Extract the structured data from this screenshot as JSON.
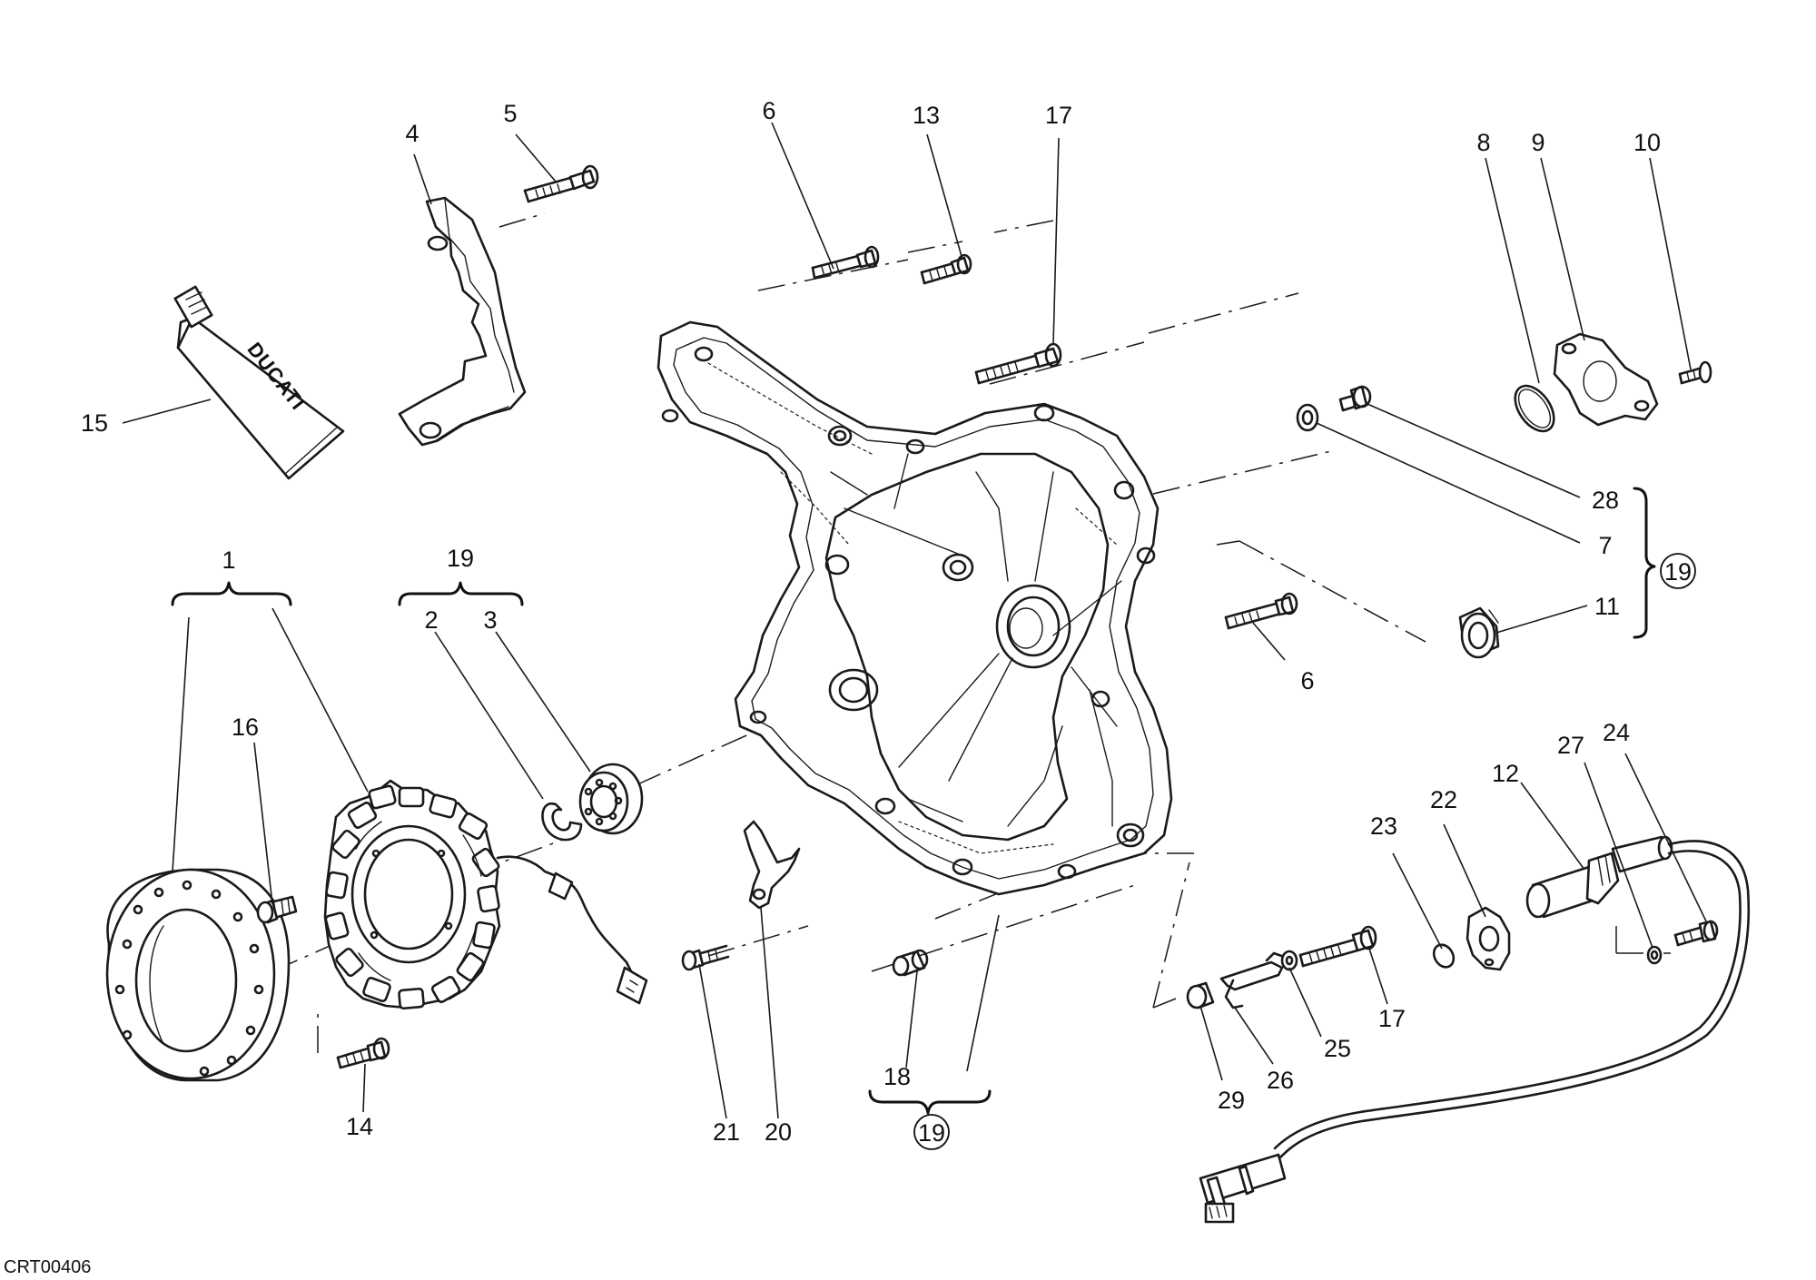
{
  "diagram": {
    "part_numbers": [
      "1",
      "2",
      "3",
      "4",
      "5",
      "6",
      "7",
      "8",
      "9",
      "10",
      "11",
      "12",
      "13",
      "14",
      "15",
      "16",
      "17",
      "18",
      "19",
      "20",
      "21",
      "22",
      "23",
      "24",
      "25",
      "26",
      "27",
      "28",
      "29"
    ],
    "group_label": "19",
    "drawing_code": "CRT00406",
    "tube_logo": "DUCATI"
  }
}
